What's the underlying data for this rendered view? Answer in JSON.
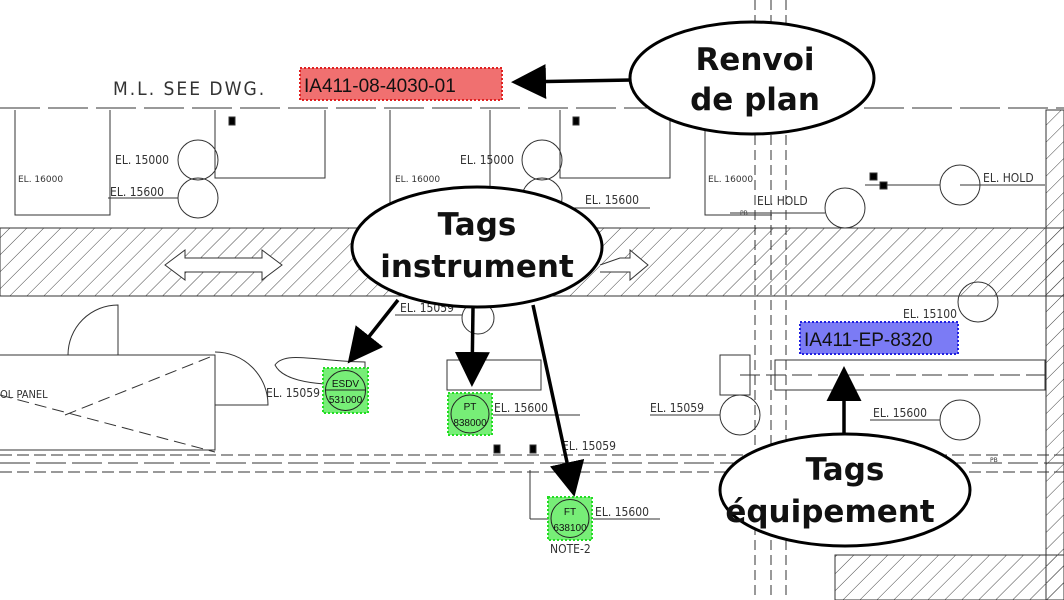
{
  "drawing": {
    "reference_text": "M.L. SEE DWG.",
    "reference_tag": "IA411-08-4030-01",
    "equipment_tag": "IA411-EP-8320",
    "panel_label": "OL PANEL",
    "note": "NOTE-2",
    "pb_label": "PB",
    "elevations": {
      "el_16000": "EL. 16000",
      "el_15000": "EL. 15000",
      "el_15600": "EL. 15600",
      "el_15059": "EL. 15059",
      "el_15100": "EL. 15100",
      "el_hold": "EL. HOLD"
    },
    "instrument_tags": [
      {
        "type": "ESDV",
        "number": "531000"
      },
      {
        "type": "PT",
        "number": "838000"
      },
      {
        "type": "FT",
        "number": "638100"
      }
    ]
  },
  "callouts": {
    "reference": {
      "line1": "Renvoi",
      "line2": "de plan"
    },
    "instrument": {
      "line1": "Tags",
      "line2": "instrument"
    },
    "equipment": {
      "line1": "Tags",
      "line2": "équipement"
    }
  },
  "colors": {
    "reference_tag": "#f07070",
    "equipment_tag": "#7b7bf5",
    "instrument_tag": "#77ee77"
  }
}
